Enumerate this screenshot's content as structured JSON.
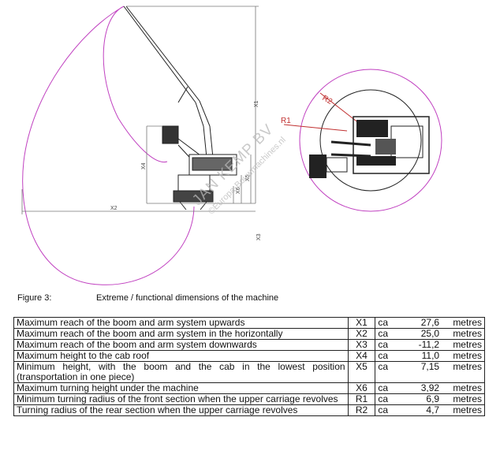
{
  "figure": {
    "number": "Figure 3:",
    "caption": "Extreme / functional dimensions of the machine",
    "dimension_labels": [
      "X1",
      "X2",
      "X3",
      "X4",
      "X5",
      "X6"
    ],
    "radius_labels": [
      "R1",
      "R2"
    ]
  },
  "watermark": {
    "line1": "JAN KEMP BV",
    "line2": "©Europa-Bouwmachines.nl"
  },
  "table": {
    "rows": [
      {
        "desc": "Maximum reach of the boom and arm system upwards",
        "code": "X1",
        "ca": "ca",
        "value": "27,6",
        "unit": "metres"
      },
      {
        "desc": "Maximum reach of the boom and arm system in the horizontally",
        "code": "X2",
        "ca": "ca",
        "value": "25,0",
        "unit": "metres"
      },
      {
        "desc": "Maximum reach of the boom and arm system downwards",
        "code": "X3",
        "ca": "ca",
        "value": "-11,2",
        "unit": "metres"
      },
      {
        "desc": "Maximum height to the cab roof",
        "code": "X4",
        "ca": "ca",
        "value": "11,0",
        "unit": "metres"
      },
      {
        "desc": "Minimum height, with the boom and the cab in the lowest position (transportation in one piece)",
        "code": "X5",
        "ca": "ca",
        "value": "7,15",
        "unit": "metres"
      },
      {
        "desc": "Maximum turning height under the machine",
        "code": "X6",
        "ca": "ca",
        "value": "3,92",
        "unit": "metres"
      },
      {
        "desc": "Minimum turning radius of the front section when the upper carriage revolves",
        "code": "R1",
        "ca": "ca",
        "value": "6,9",
        "unit": "metres"
      },
      {
        "desc": "Turning radius of the rear section when the upper carriage revolves",
        "code": "R2",
        "ca": "ca",
        "value": "4,7",
        "unit": "metres"
      }
    ]
  }
}
